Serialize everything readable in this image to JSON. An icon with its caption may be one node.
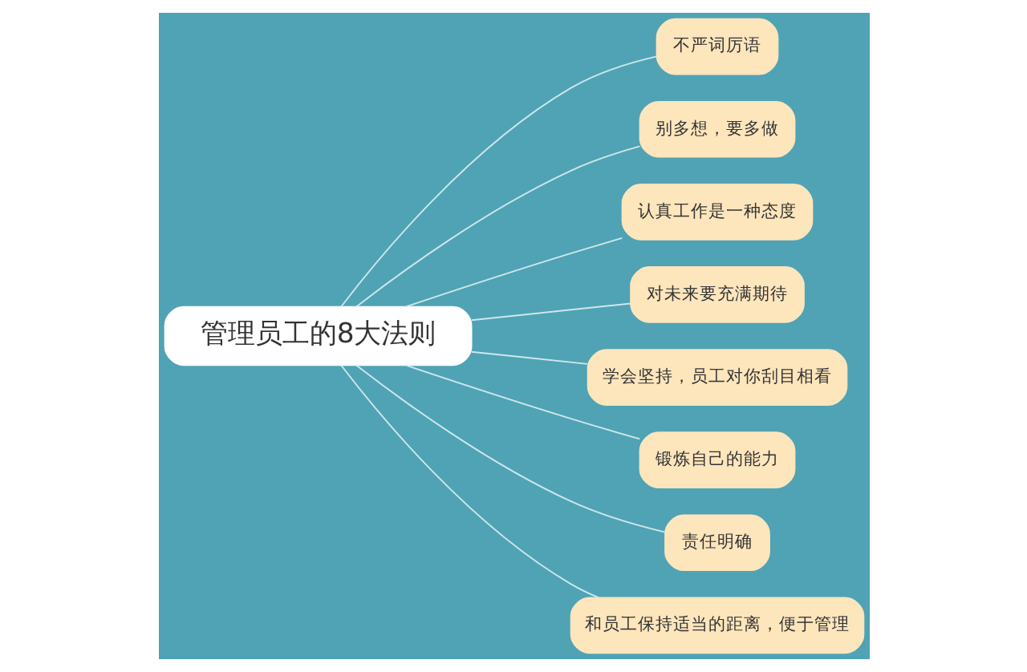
{
  "diagram": {
    "nodes": [
      {
        "text": [
          "管理员工的8大法则"
        ]
      },
      {
        "text": [
          "不严词厉语"
        ]
      },
      {
        "text": [
          "别多想，要多做"
        ]
      },
      {
        "text": [
          "认真工作是一种态度"
        ]
      },
      {
        "text": [
          "对未来要充满期待"
        ]
      },
      {
        "text": [
          "学会坚持，员工对你刮目相看"
        ]
      },
      {
        "text": [
          "锻炼自己的能力"
        ]
      },
      {
        "text": [
          "责任明确"
        ]
      },
      {
        "text": [
          "和员工保持适当的距离，便于管理"
        ]
      }
    ],
    "edges": [
      {
        "from": 0,
        "to": 1,
        "arrow": "none"
      },
      {
        "from": 0,
        "to": 2,
        "arrow": "none"
      },
      {
        "from": 0,
        "to": 3,
        "arrow": "none"
      },
      {
        "from": 0,
        "to": 4,
        "arrow": "none"
      },
      {
        "from": 0,
        "to": 5,
        "arrow": "none"
      },
      {
        "from": 0,
        "to": 6,
        "arrow": "none"
      },
      {
        "from": 0,
        "to": 7,
        "arrow": "none"
      },
      {
        "from": 0,
        "to": 8,
        "arrow": "none"
      }
    ]
  }
}
